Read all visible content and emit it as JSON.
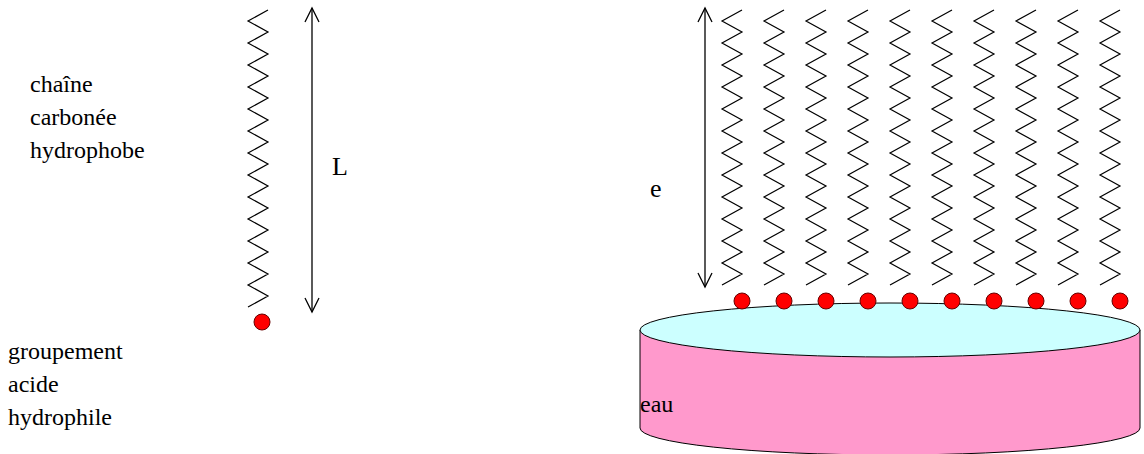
{
  "diagram": {
    "labels": [
      "chaîne carbonée hydrophobe",
      "L",
      "groupement acide hydrophile",
      "e",
      "eau"
    ]
  }
}
